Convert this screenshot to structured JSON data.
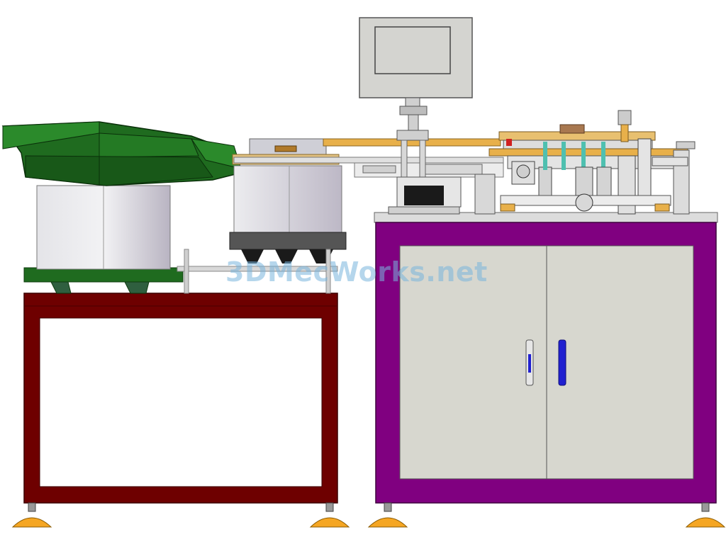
{
  "watermark": "3DMecWorks.net",
  "colors": {
    "left_frame": "#6e0000",
    "right_cabinet": "#800080",
    "bowl_green": "#1f6b1f",
    "drum": "#d8d8dc",
    "panel": "#d7d7cf",
    "feet": "#f5a623",
    "conveyor_gold": "#e8b04a",
    "handle_blue": "#2020d0"
  },
  "icons": [
    "vibratory-bowl-feeder",
    "hmi-screen",
    "cabinet-door-handle",
    "leveling-foot"
  ]
}
